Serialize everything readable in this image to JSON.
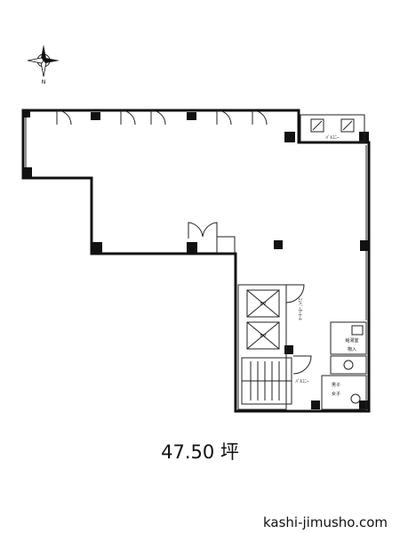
{
  "compass": {
    "north_label": "N"
  },
  "rooms": {
    "balcony_upper": "ﾊﾞﾙｺﾆｰ",
    "balcony_lower": "ﾊﾞﾙｺﾆｰ",
    "elevator_hall": "ｴﾚﾍﾞｰﾀｰﾎｰﾙ",
    "ev1": "EV",
    "ev2": "EV",
    "kitchen": "給湯室",
    "storage": "物入",
    "toilet_m": "男子",
    "toilet_f": "女子"
  },
  "area_text": "47.50 坪",
  "site_text": "kashi-jimusho.com"
}
